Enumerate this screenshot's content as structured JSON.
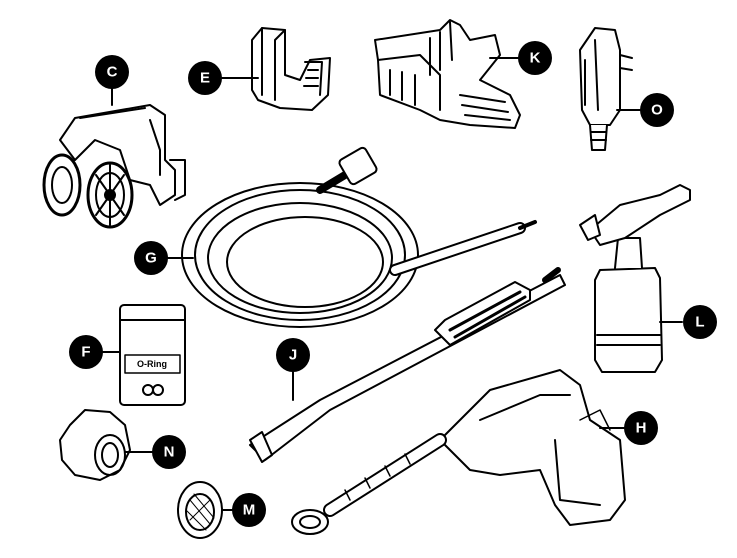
{
  "parts": [
    {
      "id": "C",
      "name": "wheel-base"
    },
    {
      "id": "E",
      "name": "hook-holder"
    },
    {
      "id": "K",
      "name": "storage-bracket"
    },
    {
      "id": "O",
      "name": "nozzle-tip"
    },
    {
      "id": "G",
      "name": "high-pressure-hose"
    },
    {
      "id": "L",
      "name": "detergent-bottle"
    },
    {
      "id": "F",
      "name": "o-ring-pack"
    },
    {
      "id": "J",
      "name": "spray-wand"
    },
    {
      "id": "H",
      "name": "spray-gun"
    },
    {
      "id": "N",
      "name": "coupling-nut"
    },
    {
      "id": "M",
      "name": "inlet-filter"
    }
  ],
  "labels": {
    "C": "C",
    "E": "E",
    "K": "K",
    "O": "O",
    "G": "G",
    "L": "L",
    "F": "F",
    "J": "J",
    "H": "H",
    "N": "N",
    "M": "M"
  },
  "o_ring_tag": "O-Ring"
}
